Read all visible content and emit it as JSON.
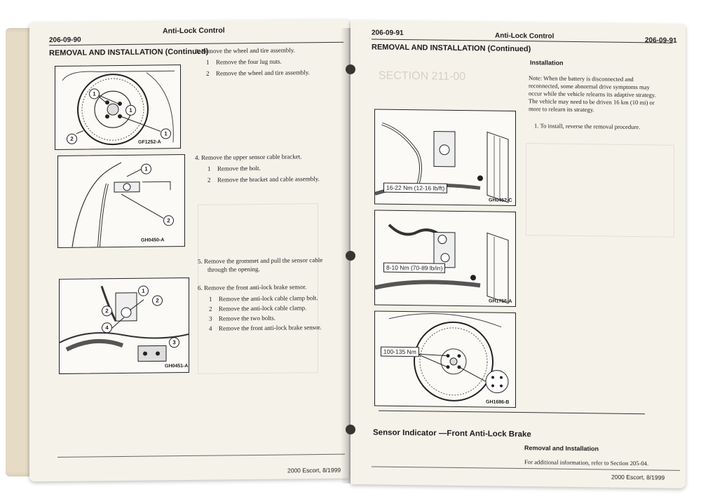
{
  "left_page": {
    "page_number": "206-09-90",
    "running_title": "Anti-Lock Control",
    "section_heading": "REMOVAL AND INSTALLATION (Continued)",
    "figures": [
      {
        "code": "GF1252-A",
        "callouts": [
          "1",
          "1",
          "1",
          "2"
        ]
      },
      {
        "code": "GH0450-A",
        "callouts": [
          "1",
          "2"
        ]
      },
      {
        "code": "GH0451-A",
        "callouts": [
          "1",
          "2",
          "2",
          "3",
          "4"
        ]
      }
    ],
    "steps": [
      {
        "label": "3.  Remove the wheel and tire assembly.",
        "subs": [
          {
            "n": "1",
            "text": "Remove the four lug nuts."
          },
          {
            "n": "2",
            "text": "Remove the wheel and tire assembly."
          }
        ]
      },
      {
        "label": "4.  Remove the upper sensor cable bracket.",
        "subs": [
          {
            "n": "1",
            "text": "Remove the bolt."
          },
          {
            "n": "2",
            "text": "Remove the bracket and cable assembly."
          }
        ]
      },
      {
        "label": "5.  Remove the grommet and pull the sensor cable",
        "label2": "through the opening.",
        "subs": []
      },
      {
        "label": "6.  Remove the front anti-lock brake sensor.",
        "subs": [
          {
            "n": "1",
            "text": "Remove the anti-lock cable clamp bolt."
          },
          {
            "n": "2",
            "text": "Remove the anti-lock cable clamp."
          },
          {
            "n": "3",
            "text": "Remove the two bolts."
          },
          {
            "n": "4",
            "text": "Remove the front anti-lock brake sensor."
          }
        ]
      }
    ],
    "footer": "2000 Escort, 8/1999"
  },
  "right_page": {
    "page_number_left": "206-09-91",
    "running_title": "Anti-Lock Control",
    "page_number_right": "206-09-91",
    "section_heading": "REMOVAL AND INSTALLATION (Continued)",
    "installation_heading": "Installation",
    "note_lines": [
      "Note: When the battery is disconnected and",
      "reconnected, some abnormal drive symptoms may",
      "occur while the vehicle relearns its adaptive strategy.",
      "The vehicle may need to be driven 16 km (10 mi) or",
      "more to relearn its strategy."
    ],
    "install_step": "1.   To install, reverse the removal procedure.",
    "figures": [
      {
        "code": "GH0452-C",
        "torque": "16-22 Nm (12-16 lb/ft)"
      },
      {
        "code": "GH1756-A",
        "torque": "8-10 Nm (70-89 lb/in)"
      },
      {
        "code": "GH1686-B",
        "torque": "100-135 Nm"
      }
    ],
    "sensor_heading": "Sensor Indicator —Front Anti-Lock Brake",
    "removal_heading": "Removal and Installation",
    "additional_info": "For additional information, refer to Section 205-04.",
    "footer": "2000 Escort, 8/1999"
  }
}
